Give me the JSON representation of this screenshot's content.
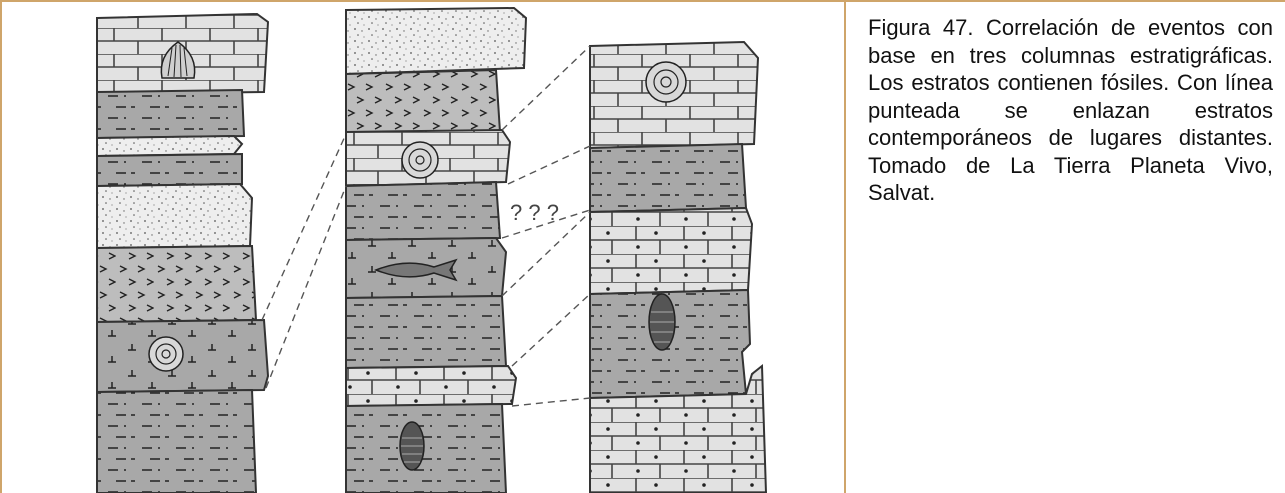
{
  "figure": {
    "caption": "Figura 47. Correlación de eventos con base en tres columnas estratigráficas. Los estratos contienen fósiles. Con línea punteada se enlazan estratos contemporáneos de lugares distantes. Tomado de La Tierra Planeta Vivo, Salvat.",
    "uncertain_marks": "? ? ?"
  },
  "colors": {
    "border": "#cfa56a",
    "limestone": "#e2e2e2",
    "sandstone": "#ededed",
    "shale": "#a8a8a8",
    "marl": "#bdbdbd",
    "outline": "#333333"
  },
  "columns": [
    {
      "name": "column-1",
      "strata": [
        "limestone-fossil-shell",
        "shale",
        "sandstone-thin",
        "shale",
        "sandstone",
        "marl",
        "shale-fossil-ammonite",
        "shale"
      ]
    },
    {
      "name": "column-2",
      "strata": [
        "sandstone",
        "marl",
        "limestone-fossil-ammonite",
        "shale",
        "shale-fossil-fish",
        "shale",
        "limestone-dotted",
        "shale-fossil-trilobite"
      ]
    },
    {
      "name": "column-3",
      "strata": [
        "limestone-fossil-ammonite",
        "shale",
        "limestone-dotted",
        "shale-fossil-trilobite",
        "limestone-dotted"
      ]
    }
  ]
}
